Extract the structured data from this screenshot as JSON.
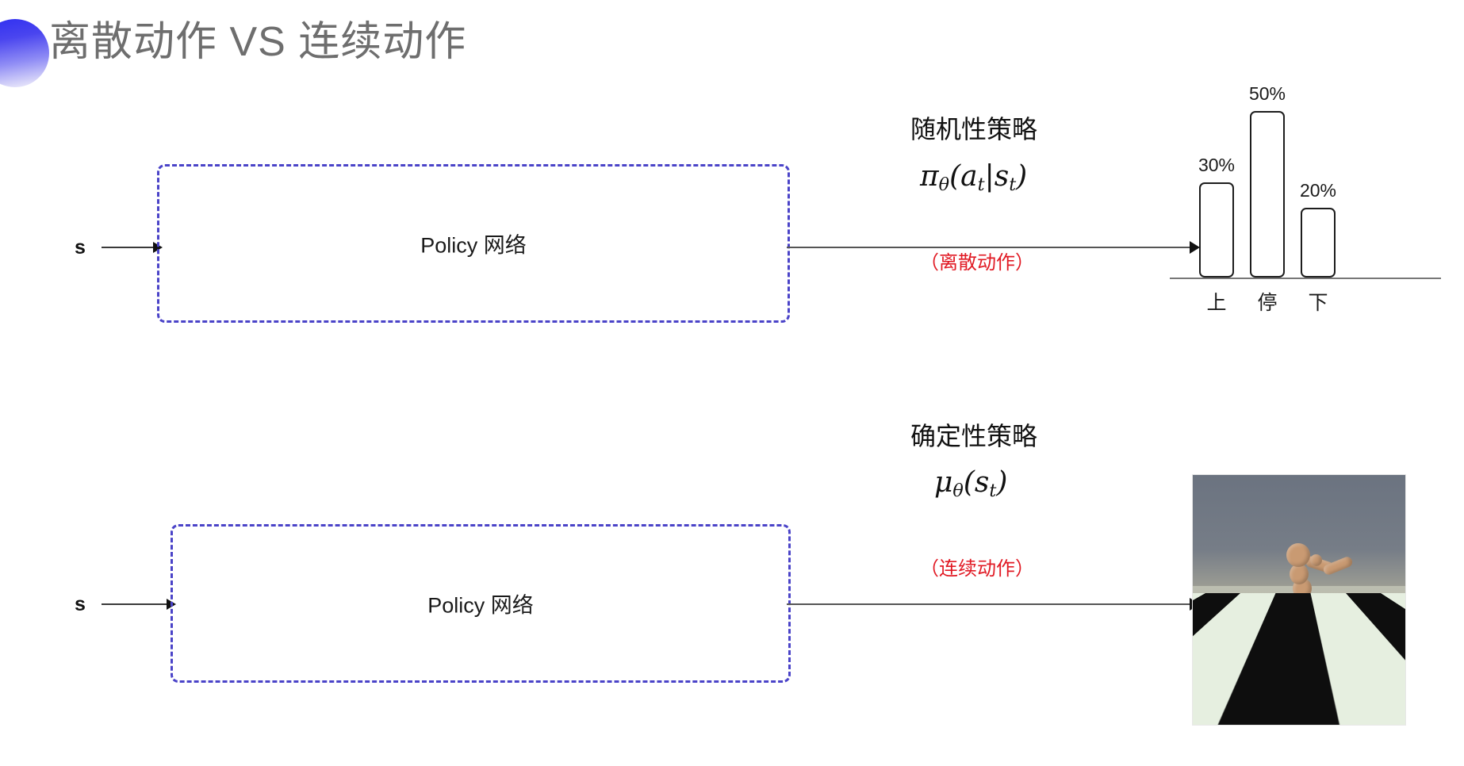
{
  "slide": {
    "title": "离散动作 VS 连续动作",
    "decoration_color": "#3b36ef",
    "title_color": "#6e6e6e"
  },
  "rows": [
    {
      "state_label": "s",
      "box_label": "Policy 网络",
      "annotation_heading": "随机性策略",
      "annotation_formula": "π",
      "annotation_formula_sub": "θ",
      "annotation_formula_rest": "(a",
      "annotation_formula_sub2": "t",
      "annotation_formula_mid": "|s",
      "annotation_formula_sub3": "t",
      "annotation_formula_end": ")",
      "annotation_note": "（离散动作）",
      "note_color": "#e11a24"
    },
    {
      "state_label": "s",
      "box_label": "Policy 网络",
      "annotation_heading": "确定性策略",
      "annotation_formula": "μ",
      "annotation_formula_sub": "θ",
      "annotation_formula_rest": "(s",
      "annotation_formula_sub2": "t",
      "annotation_formula_end": ")",
      "annotation_note": "（连续动作）",
      "note_color": "#e11a24"
    }
  ],
  "chart_data": {
    "type": "bar",
    "title": "",
    "categories": [
      "上",
      "停",
      "下"
    ],
    "values": [
      30,
      50,
      20
    ],
    "value_labels": [
      "30%",
      "50%",
      "20%"
    ],
    "xlabel": "",
    "ylabel": "",
    "ylim": [
      0,
      55
    ],
    "grid": false,
    "legend": "none",
    "bar_style": "outlined-rounded"
  },
  "sim_image": {
    "caption": "",
    "description": "MuJoCo humanoid on checkered floor"
  }
}
